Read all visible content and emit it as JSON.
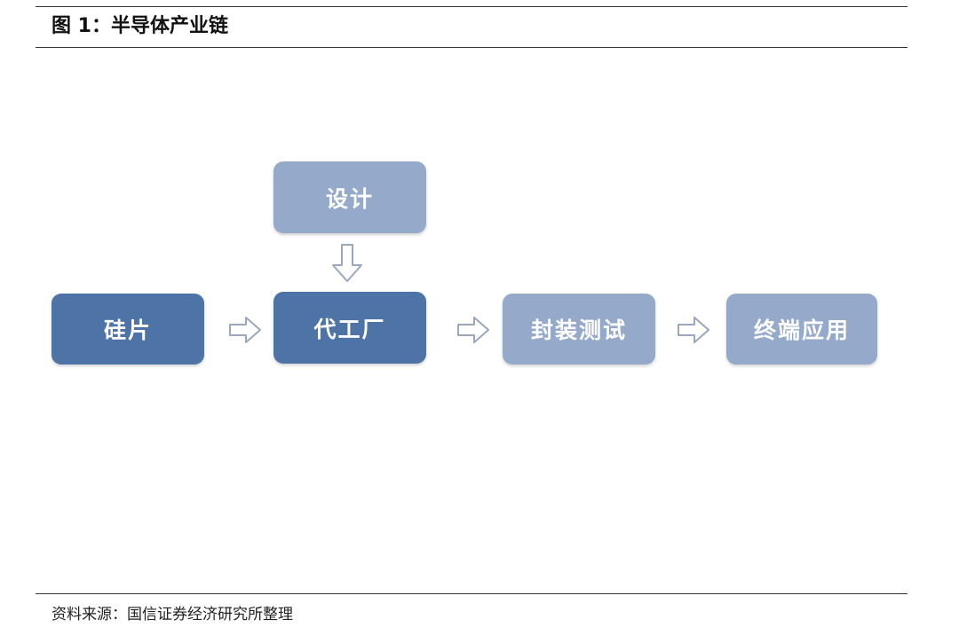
{
  "figure": {
    "title": "图 1：半导体产业链",
    "source": "资料来源：国信证券经济研究所整理"
  },
  "colors": {
    "dark_node": "#4e73a6",
    "light_node": "#95aacb",
    "arrow_stroke": "#9aa8bf",
    "rule": "#333333"
  },
  "diagram": {
    "nodes": {
      "silicon": {
        "label": "硅片",
        "style": "dark"
      },
      "foundry": {
        "label": "代工厂",
        "style": "dark"
      },
      "design": {
        "label": "设计",
        "style": "light"
      },
      "packaging": {
        "label": "封装测试",
        "style": "light"
      },
      "terminal": {
        "label": "终端应用",
        "style": "light"
      }
    },
    "edges": [
      {
        "from": "silicon",
        "to": "foundry",
        "icon": "hollow-arrow-right-icon"
      },
      {
        "from": "design",
        "to": "foundry",
        "icon": "hollow-arrow-down-icon"
      },
      {
        "from": "foundry",
        "to": "packaging",
        "icon": "hollow-arrow-right-icon"
      },
      {
        "from": "packaging",
        "to": "terminal",
        "icon": "hollow-arrow-right-icon"
      }
    ]
  }
}
